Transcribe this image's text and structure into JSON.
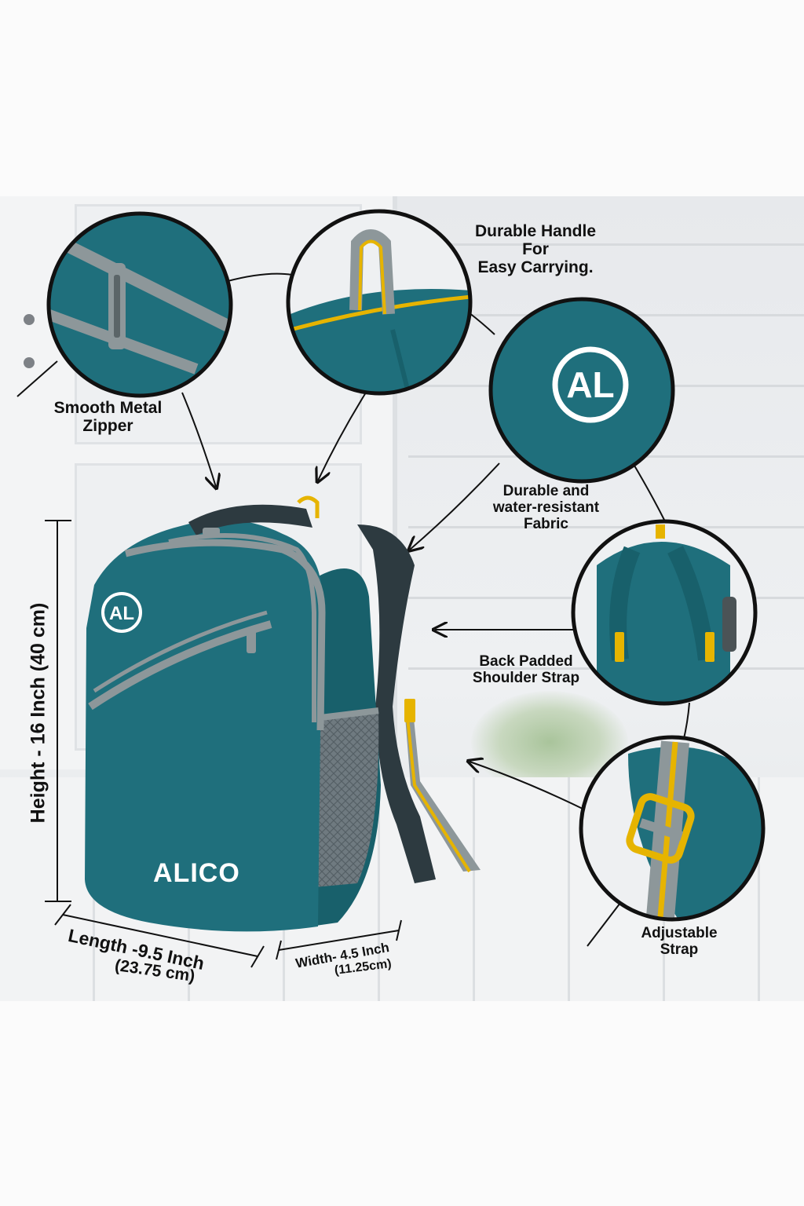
{
  "brand": "ALICO",
  "logo_mark": "AL",
  "colors": {
    "bag_teal": "#1f6f7c",
    "trim_grey": "#8d979a",
    "accent_yellow": "#e6b400",
    "strap_dark": "#2d3a40"
  },
  "callouts": {
    "handle": "Durable Handle\nFor\nEasy Carrying.",
    "zipper": "Smooth Metal\nZipper",
    "fabric": "Durable and\nwater-resistant\nFabric",
    "back_strap": "Back Padded\nShoulder Strap",
    "adjustable": "Adjustable\nStrap"
  },
  "dimensions": {
    "height": "Height - 16 Inch (40 cm)",
    "length_line1": "Length -9.5 Inch",
    "length_line2": "(23.75 cm)",
    "width_line1": "Width- 4.5 Inch",
    "width_line2": "(11.25cm)"
  }
}
